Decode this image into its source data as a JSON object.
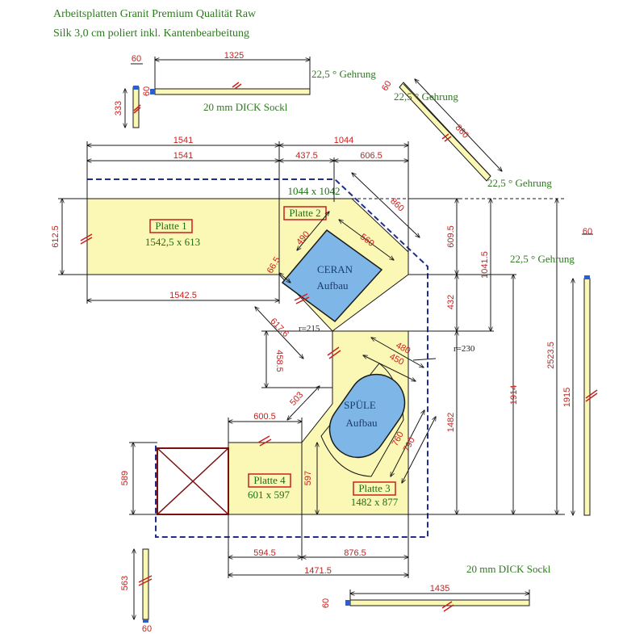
{
  "header": {
    "line1": "Arbeitsplatten Granit Premium Qualität Raw",
    "line2": "Silk 3,0 cm poliert inkl. Kantenbearbeitung"
  },
  "plates": {
    "p1": {
      "name": "Platte 1",
      "size": "1542,5 x 613"
    },
    "p2": {
      "name": "Platte 2",
      "size": "1044 x 1042"
    },
    "p3": {
      "name": "Platte 3",
      "size": "1482 x 877"
    },
    "p4": {
      "name": "Platte 4",
      "size": "601 x 597"
    }
  },
  "cutouts": {
    "ceran_l1": "CERAN",
    "ceran_l2": "Aufbau",
    "spuele_l1": "SPÜLE",
    "spuele_l2": "Aufbau"
  },
  "notes": {
    "sockel_top": "20 mm DICK Sockl",
    "sockel_bottom": "20 mm DICK Sockl",
    "gehrung_1": "22,5 ° Gehrung",
    "gehrung_2": "22,5 ° Gehrung",
    "gehrung_3": "22,5 ° Gehrung",
    "gehrung_4": "22,5 ° Gehrung"
  },
  "radii": {
    "r1": "r=215",
    "r2": "r=230"
  },
  "dims": {
    "d_60a": "60",
    "d_1325": "1325",
    "d_60b": "60",
    "d_333": "333",
    "d_60c": "60",
    "d_860a": "860",
    "d_1541a": "1541",
    "d_1044": "1044",
    "d_1541b": "1541",
    "d_4375": "437.5",
    "d_6065": "606.5",
    "d_6125": "612.5",
    "d_15425": "1542.5",
    "d_490": "490",
    "d_560": "560",
    "d_860b": "860",
    "d_665": "66.5",
    "d_6176": "617.6",
    "d_4585": "458.5",
    "d_6095": "609.5",
    "d_10415": "1041.5",
    "d_432": "432",
    "d_25235": "2523.5",
    "d_1914": "1914",
    "d_60d": "60",
    "d_1915": "1915",
    "d_480": "480",
    "d_450": "450",
    "d_503": "503",
    "d_6005": "600.5",
    "d_589": "589",
    "d_597": "597",
    "d_760": "760",
    "d_790": "790",
    "d_1482": "1482",
    "d_5945": "594.5",
    "d_8765": "876.5",
    "d_14715": "1471.5",
    "d_563": "563",
    "d_60e": "60",
    "d_1435": "1435",
    "d_60f": "60"
  },
  "colors": {
    "plate_fill": "#fbf7b4",
    "outline": "#1a1a1a",
    "dimension": "#c8201e",
    "dashed_border": "#1f2d8c",
    "cutout_fill": "#7fb6e8",
    "title": "#2d7a1e",
    "box_outline": "#7a1010"
  }
}
